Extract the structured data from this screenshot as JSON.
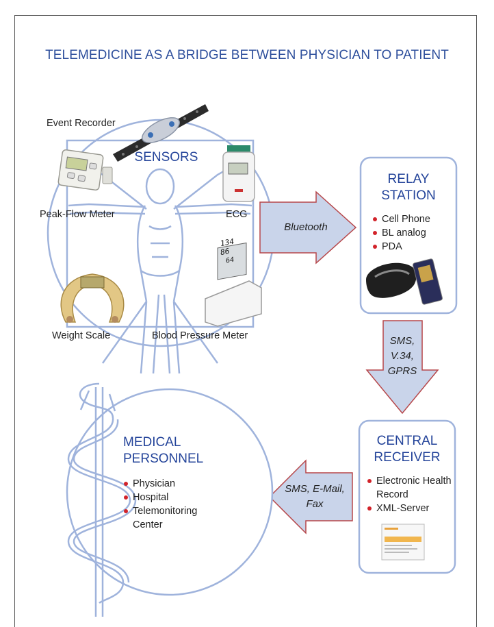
{
  "title": "TELEMEDICINE AS A BRIDGE BETWEEN PHYSICIAN TO PATIENT",
  "colors": {
    "accent_blue": "#24449a",
    "light_blue_fill": "#c9d4ea",
    "outline_blue": "#8ea5d3",
    "arrow_border": "#b7474a",
    "bullet_red": "#d2232a"
  },
  "sensors": {
    "heading": "SENSORS",
    "event_recorder": "Event Recorder",
    "peak_flow": "Peak-Flow Meter",
    "ecg": "ECG",
    "weight_scale": "Weight Scale",
    "blood_pressure": "Blood Pressure Meter"
  },
  "relay": {
    "heading_line1": "RELAY",
    "heading_line2": "STATION",
    "items": [
      "Cell Phone",
      "BL analog",
      "PDA"
    ]
  },
  "central": {
    "heading_line1": "CENTRAL",
    "heading_line2": "RECEIVER",
    "items": [
      "Electronic Health Record",
      "XML-Server"
    ]
  },
  "medical": {
    "heading_line1": "MEDICAL",
    "heading_line2": "PERSONNEL",
    "items": [
      "Physician",
      "Hospital",
      "Telemonitoring Center"
    ]
  },
  "links": {
    "bluetooth": "Bluetooth",
    "sms_line1": "SMS,",
    "sms_line2": "V.34,",
    "sms_line3": "GPRS",
    "email_line1": "SMS, E-Mail,",
    "email_line2": "Fax"
  },
  "bp_display": [
    "134",
    "86",
    "64"
  ]
}
